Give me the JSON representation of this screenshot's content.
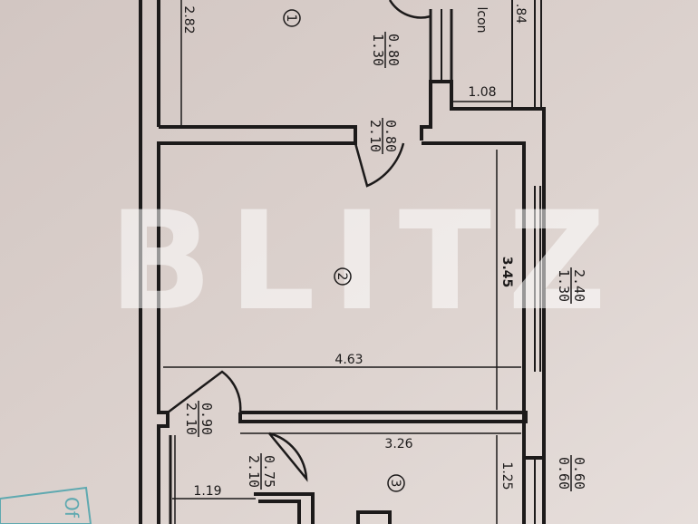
{
  "rooms": [
    {
      "number": "1"
    },
    {
      "number": "2"
    },
    {
      "number": "3"
    }
  ],
  "dimensions": {
    "room1_height": "2.82",
    "balcony_width": "1.08",
    "balcony_partial": ".84",
    "balcony_label": "lcon",
    "room2_height": "3.45",
    "room2_width": "4.63",
    "room3_width": "3.26",
    "room3_height": "1.25",
    "hall_width": "1.19"
  },
  "openings": [
    {
      "width": "0.80",
      "height": "1.30"
    },
    {
      "width": "0.80",
      "height": "2.10"
    },
    {
      "width": "0.90",
      "height": "2.10"
    },
    {
      "width": "0.75",
      "height": "2.10"
    },
    {
      "width": "2.40",
      "height": "1.30"
    },
    {
      "width": "0.60",
      "height": "0.60"
    }
  ],
  "watermark": "BLITZ",
  "stamp": "Of",
  "colors": {
    "paper": "#d8ceca",
    "ink": "#1c1a1a",
    "stamp": "#5fa9b0"
  }
}
